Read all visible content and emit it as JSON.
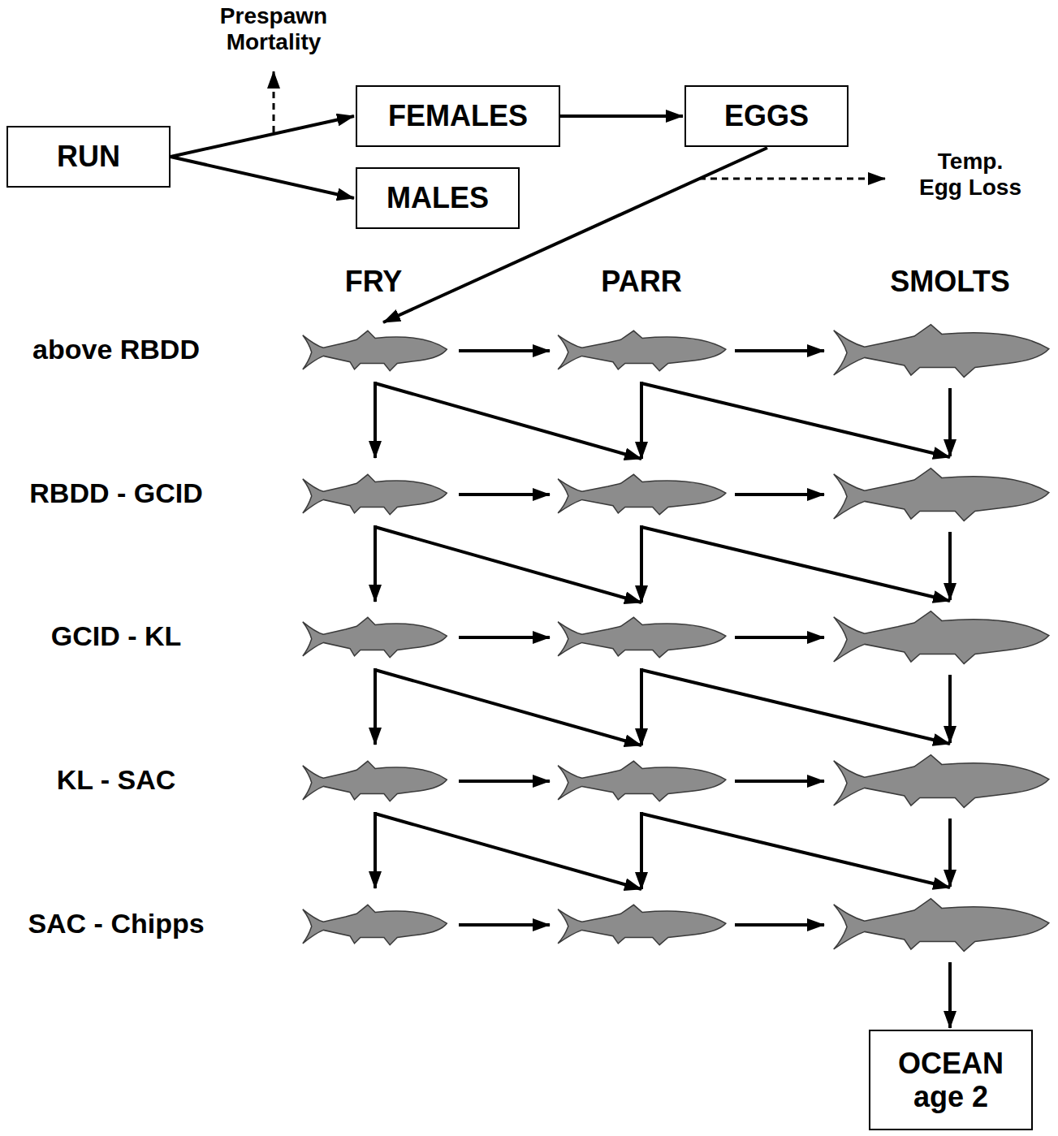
{
  "diagram": {
    "nodes": [
      {
        "text": [
          "RUN"
        ]
      },
      {
        "text": [
          "FEMALES"
        ]
      },
      {
        "text": [
          "MALES"
        ]
      },
      {
        "text": [
          "EGGS"
        ]
      },
      {
        "text": [
          "OCEAN age 2"
        ]
      }
    ],
    "edges": [
      {
        "from": 0,
        "to": 1,
        "arrow": "to"
      },
      {
        "from": 0,
        "to": 2,
        "arrow": "to"
      },
      {
        "from": 1,
        "to": 3,
        "arrow": "to"
      }
    ],
    "labels": [
      "Prespawn Mortality",
      "Temp. Egg Loss",
      "FRY",
      "PARR",
      "SMOLTS",
      "above RBDD",
      "RBDD - GCID",
      "GCID - KL",
      "KL - SAC",
      "SAC - Chipps"
    ]
  }
}
